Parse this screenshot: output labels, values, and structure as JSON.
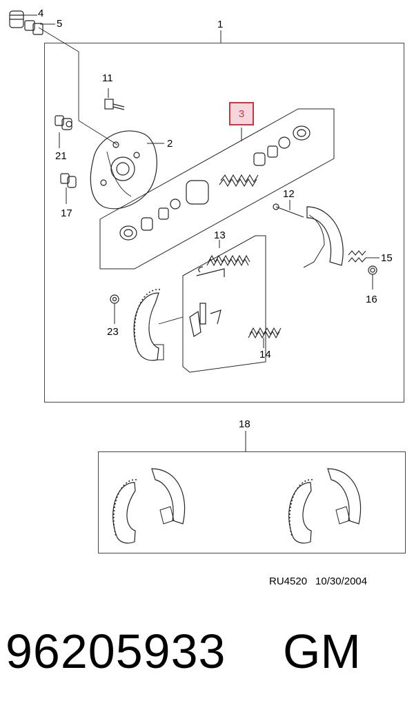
{
  "callouts": {
    "c1": "1",
    "c2": "2",
    "c3": "3",
    "c4": "4",
    "c5": "5",
    "c11": "11",
    "c12": "12",
    "c13": "13",
    "c14": "14",
    "c15": "15",
    "c16": "16",
    "c17": "17",
    "c18": "18",
    "c21": "21",
    "c23": "23"
  },
  "highlighted_part": "3",
  "highlight_color": "#c9353d",
  "drawing_ref": {
    "code": "RU4520",
    "date": "10/30/2004"
  },
  "part_number": "96205933",
  "manufacturer": "GM"
}
